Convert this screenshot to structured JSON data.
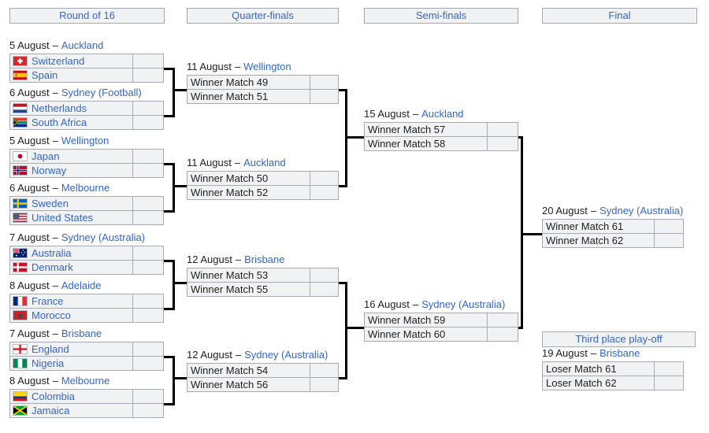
{
  "colors": {
    "link_blue": "#3366cc",
    "text_dark": "#202122",
    "cell_bg": "#f1f2f4",
    "cell_border": "#a6abb3",
    "header_border": "#a2a9b1",
    "connector": "#000000",
    "page_bg": "#ffffff"
  },
  "dash": "–",
  "headers": {
    "round_of_16": "Round of 16",
    "quarter_finals": "Quarter-finals",
    "semi_finals": "Semi-finals",
    "final": "Final",
    "third_place": "Third place play-off"
  },
  "matches": {
    "round_of_16": [
      {
        "date": "5 August",
        "venue": "Auckland",
        "teams": [
          {
            "name": "Switzerland",
            "flag": "switzerland",
            "score": ""
          },
          {
            "name": "Spain",
            "flag": "spain",
            "score": ""
          }
        ]
      },
      {
        "date": "6 August",
        "venue": "Sydney (Football)",
        "teams": [
          {
            "name": "Netherlands",
            "flag": "netherlands",
            "score": ""
          },
          {
            "name": "South Africa",
            "flag": "south-africa",
            "score": ""
          }
        ]
      },
      {
        "date": "5 August",
        "venue": "Wellington",
        "teams": [
          {
            "name": "Japan",
            "flag": "japan",
            "score": ""
          },
          {
            "name": "Norway",
            "flag": "norway",
            "score": ""
          }
        ]
      },
      {
        "date": "6 August",
        "venue": "Melbourne",
        "teams": [
          {
            "name": "Sweden",
            "flag": "sweden",
            "score": ""
          },
          {
            "name": "United States",
            "flag": "united-states",
            "score": ""
          }
        ]
      },
      {
        "date": "7 August",
        "venue": "Sydney (Australia)",
        "teams": [
          {
            "name": "Australia",
            "flag": "australia",
            "score": ""
          },
          {
            "name": "Denmark",
            "flag": "denmark",
            "score": ""
          }
        ]
      },
      {
        "date": "8 August",
        "venue": "Adelaide",
        "teams": [
          {
            "name": "France",
            "flag": "france",
            "score": ""
          },
          {
            "name": "Morocco",
            "flag": "morocco",
            "score": ""
          }
        ]
      },
      {
        "date": "7 August",
        "venue": "Brisbane",
        "teams": [
          {
            "name": "England",
            "flag": "england",
            "score": ""
          },
          {
            "name": "Nigeria",
            "flag": "nigeria",
            "score": ""
          }
        ]
      },
      {
        "date": "8 August",
        "venue": "Melbourne",
        "teams": [
          {
            "name": "Colombia",
            "flag": "colombia",
            "score": ""
          },
          {
            "name": "Jamaica",
            "flag": "jamaica",
            "score": ""
          }
        ]
      }
    ],
    "quarter_finals": [
      {
        "date": "11 August",
        "venue": "Wellington",
        "teams": [
          {
            "name": "Winner Match 49",
            "score": ""
          },
          {
            "name": "Winner Match 51",
            "score": ""
          }
        ]
      },
      {
        "date": "11 August",
        "venue": "Auckland",
        "teams": [
          {
            "name": "Winner Match 50",
            "score": ""
          },
          {
            "name": "Winner Match 52",
            "score": ""
          }
        ]
      },
      {
        "date": "12 August",
        "venue": "Brisbane",
        "teams": [
          {
            "name": "Winner Match 53",
            "score": ""
          },
          {
            "name": "Winner Match 55",
            "score": ""
          }
        ]
      },
      {
        "date": "12 August",
        "venue": "Sydney (Australia)",
        "teams": [
          {
            "name": "Winner Match 54",
            "score": ""
          },
          {
            "name": "Winner Match 56",
            "score": ""
          }
        ]
      }
    ],
    "semi_finals": [
      {
        "date": "15 August",
        "venue": "Auckland",
        "teams": [
          {
            "name": "Winner Match 57",
            "score": ""
          },
          {
            "name": "Winner Match 58",
            "score": ""
          }
        ]
      },
      {
        "date": "16 August",
        "venue": "Sydney (Australia)",
        "teams": [
          {
            "name": "Winner Match 59",
            "score": ""
          },
          {
            "name": "Winner Match 60",
            "score": ""
          }
        ]
      }
    ],
    "final": [
      {
        "date": "20 August",
        "venue": "Sydney (Australia)",
        "teams": [
          {
            "name": "Winner Match 61",
            "score": ""
          },
          {
            "name": "Winner Match 62",
            "score": ""
          }
        ]
      }
    ],
    "third_place": [
      {
        "date": "19 August",
        "venue": "Brisbane",
        "teams": [
          {
            "name": "Loser Match 61",
            "score": ""
          },
          {
            "name": "Loser Match 62",
            "score": ""
          }
        ]
      }
    ]
  }
}
